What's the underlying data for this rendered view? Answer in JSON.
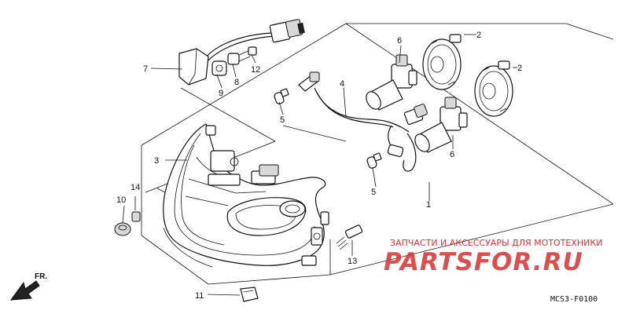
{
  "callouts": {
    "c1": "1",
    "c2a": "2",
    "c2b": "2",
    "c3": "3",
    "c4": "4",
    "c5a": "5",
    "c5b": "5",
    "c6a": "6",
    "c6b": "6",
    "c7": "7",
    "c8": "8",
    "c9": "9",
    "c10": "10",
    "c11": "11",
    "c12": "12",
    "c13": "13",
    "c14": "14"
  },
  "direction_label": "FR.",
  "diagram_code": "MCS3-F0100",
  "watermark": {
    "tagline": "ЗАПЧАСТИ И АКСЕССУАРЫ ДЛЯ МОТОТЕХНИКИ",
    "logo": "PARTSFOR.RU"
  },
  "colors": {
    "line": "#111111",
    "watermark": "#d93030"
  },
  "icons": {
    "direction": "front-arrow-icon"
  }
}
